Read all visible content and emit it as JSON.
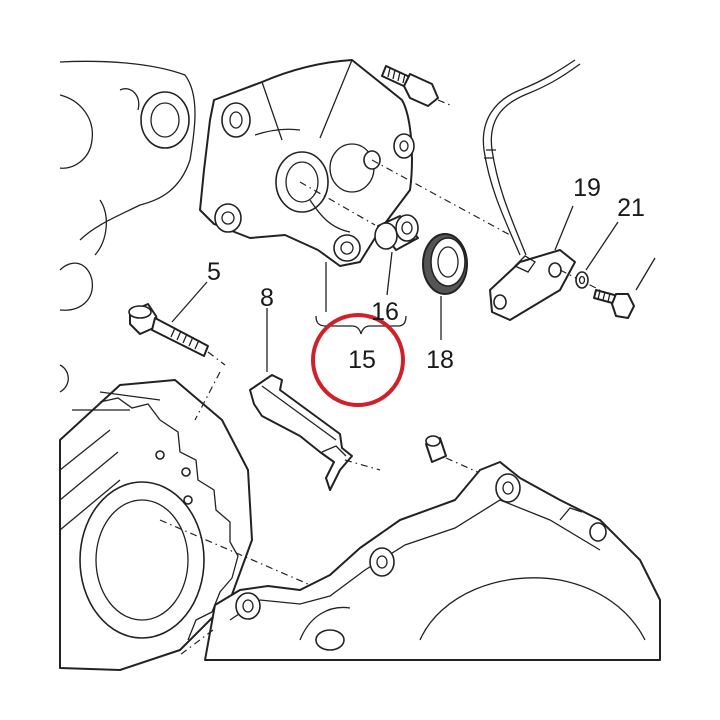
{
  "labels": {
    "p5": "5",
    "p8": "8",
    "p15": "15",
    "p16": "16",
    "p18": "18",
    "p19": "19",
    "p21": "21"
  },
  "highlight_color": "#d0202a"
}
